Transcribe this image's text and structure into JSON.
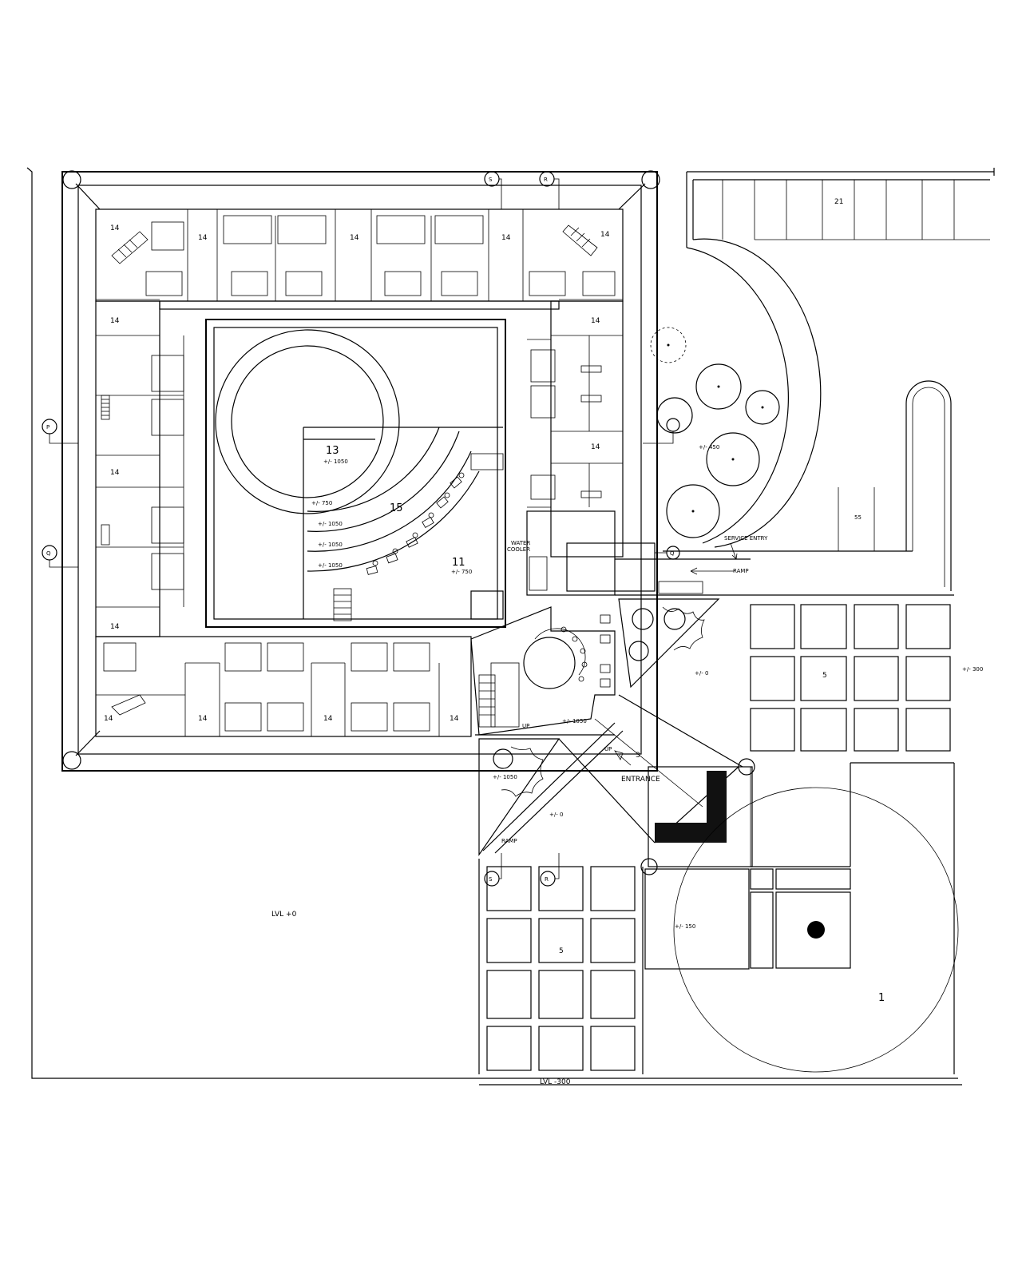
{
  "labels": {
    "lvl0": "LVL +0",
    "lvl300": "LVL -300",
    "entrance": "ENTRANCE",
    "service_entry": "SERVICE ENTRY",
    "water_cooler_1": "WATER",
    "water_cooler_2": "COOLER",
    "up1": "UP",
    "up2": "UP",
    "ramp1": "RAMP",
    "ramp2": "RAMP"
  },
  "room_tags": {
    "r1": "1",
    "r3": "3",
    "r5a": "5",
    "r5b": "5",
    "r11": "11",
    "r13": "13",
    "r14": [
      "14",
      "14",
      "14",
      "14",
      "14",
      "14",
      "14",
      "14",
      "14",
      "14",
      "14",
      "14",
      "14",
      "14"
    ],
    "r15": "15"
  },
  "grid_bubbles": [
    "P",
    "Q",
    "S",
    "R",
    "S",
    "R",
    "Q"
  ]
}
